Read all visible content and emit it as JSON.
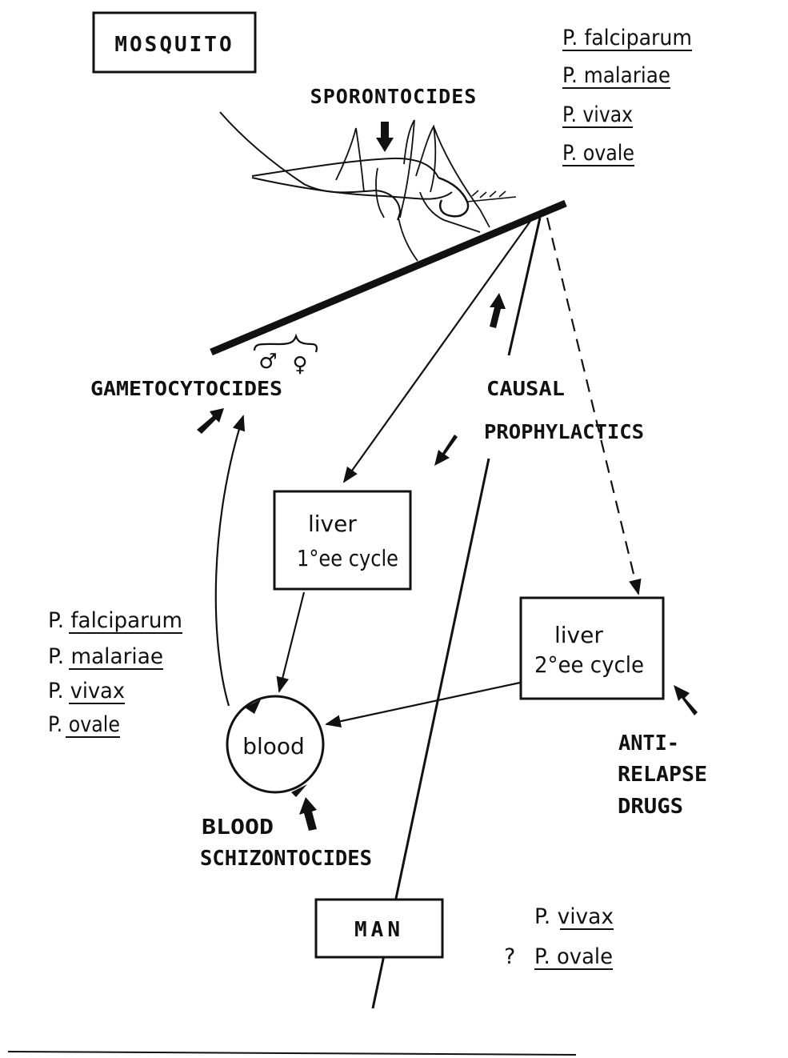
{
  "host_labels": {
    "mosquito": "MOSQUITO",
    "man": "MAN"
  },
  "drug_labels": {
    "sporontocides": "SPORONTOCIDES",
    "gametocytocides": "GAMETOCYTOCIDES",
    "causal": "CAUSAL",
    "prophylactics": "PROPHYLACTICS",
    "anti": "ANTI-",
    "relapse": "RELAPSE",
    "drugs": "DRUGS",
    "blood": "BLOOD",
    "schizontocides": "SCHIZONTOCIDES"
  },
  "sex_symbols": {
    "male": "♂",
    "female": "♀"
  },
  "stages": {
    "liver1_line1": "liver",
    "liver1_line2": "1°ee cycle",
    "liver2_line1": "liver",
    "liver2_line2": "2°ee cycle",
    "blood": "blood"
  },
  "species_top": [
    "P. falciparum",
    "P. malariae",
    "P. vivax",
    "P. ovale"
  ],
  "species_left": [
    "P. falciparum",
    "P. malariae",
    "P. vivax",
    "P. ovale"
  ],
  "species_bottom": {
    "vivax": "P. vivax",
    "question_mark": "?",
    "ovale": "P. ovale"
  }
}
